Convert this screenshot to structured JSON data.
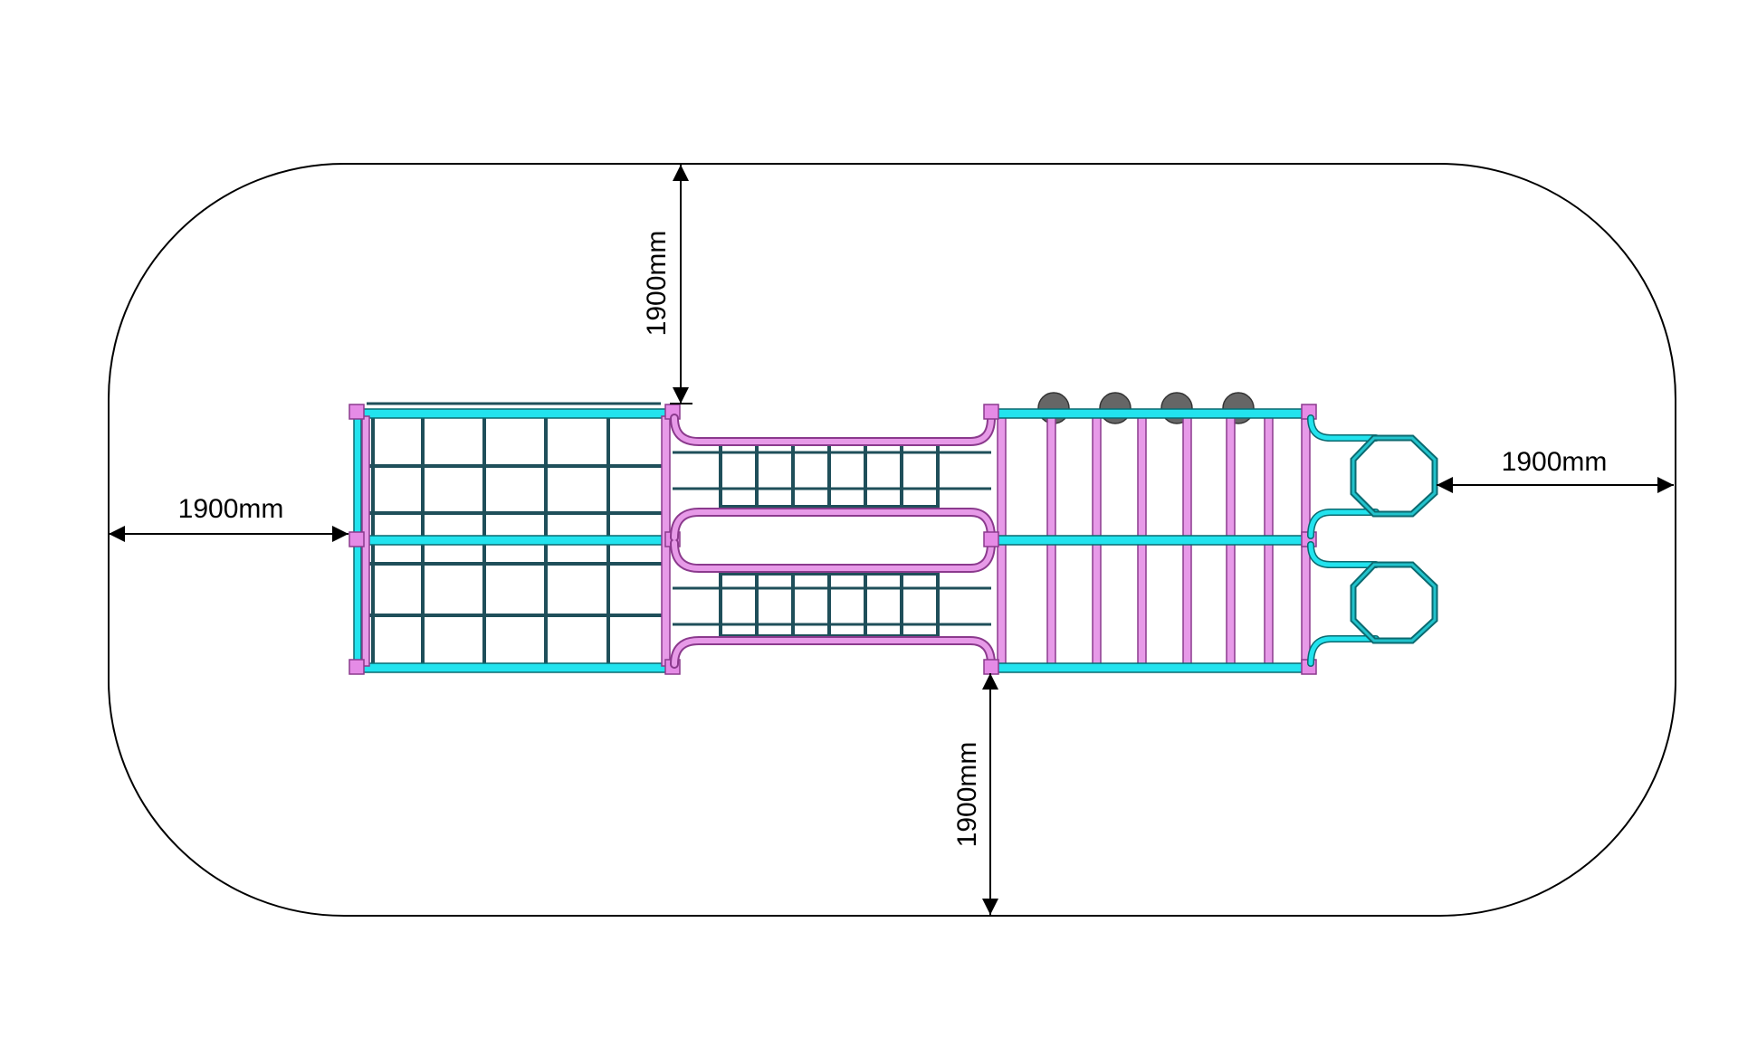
{
  "diagram": {
    "title": "",
    "dimensions": {
      "left_clearance": "1900mm",
      "right_clearance": "1900mm",
      "top_clearance": "1900mm",
      "bottom_clearance": "1900mm"
    },
    "colors": {
      "safety_zone_outline": "#000000",
      "post_cap": "#e58be6",
      "pink_frame": "#e79ae8",
      "cyan_rail": "#22e3ee",
      "net_dark": "#1f4f5a",
      "dim_line": "#000000",
      "stepping_disc": "#666666"
    }
  }
}
